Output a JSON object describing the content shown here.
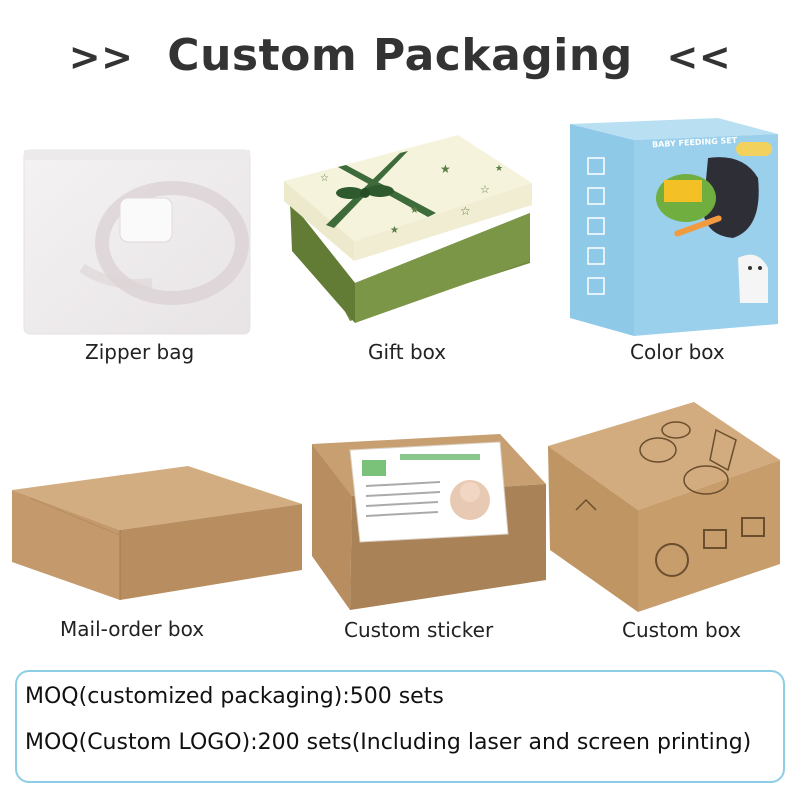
{
  "header": {
    "arrow_left": ">>",
    "title": "Custom Packaging",
    "arrow_right": "<<"
  },
  "items": [
    {
      "label": "Zipper bag"
    },
    {
      "label": "Gift box"
    },
    {
      "label": "Color box"
    },
    {
      "label": "Mail-order box"
    },
    {
      "label": "Custom sticker"
    },
    {
      "label": "Custom box"
    }
  ],
  "color_box": {
    "panel_title": "BABY FEEDING SET"
  },
  "moq": {
    "line1": "MOQ(customized packaging):500 sets",
    "line2": "MOQ(Custom LOGO):200 sets(Including laser and screen printing)"
  },
  "colors": {
    "kraft": "#c49a6c",
    "kraft_dark": "#a57c50",
    "gift_green": "#6f8a3f",
    "color_box_blue": "#8fc9e8",
    "moq_border": "#8ecde6"
  }
}
